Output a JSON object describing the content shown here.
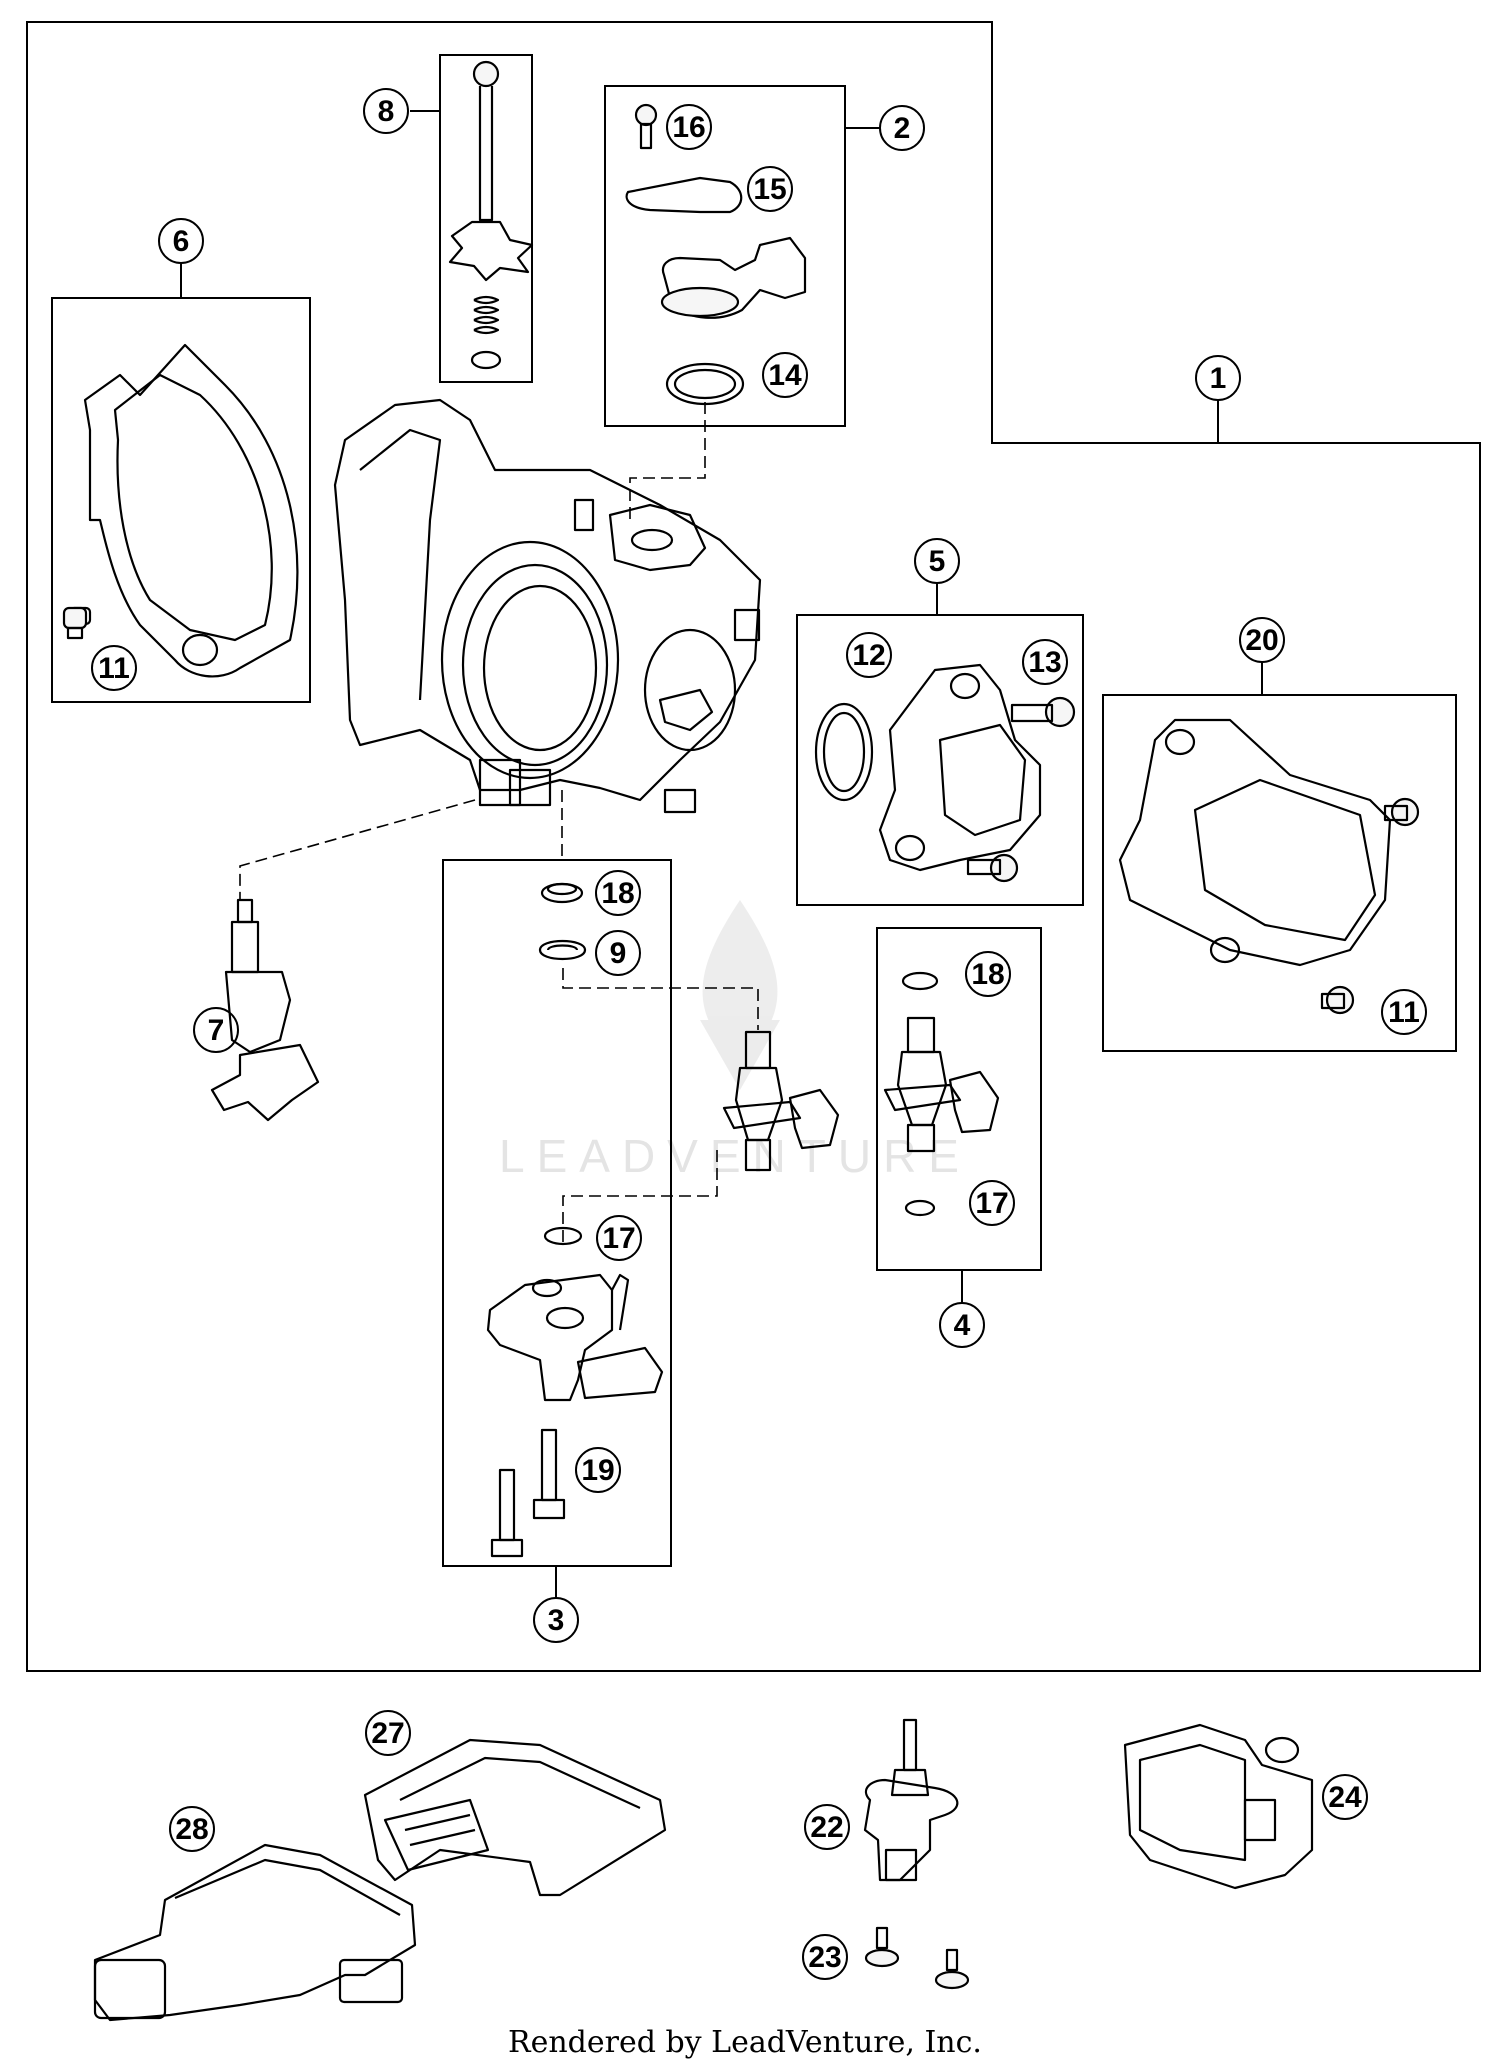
{
  "watermark": "LEADVENTURE",
  "footer": "Rendered by LeadVenture, Inc.",
  "callouts": {
    "c1": "1",
    "c2": "2",
    "c3": "3",
    "c4": "4",
    "c5": "5",
    "c6": "6",
    "c7": "7",
    "c8": "8",
    "c9": "9",
    "c11a": "11",
    "c11b": "11",
    "c12": "12",
    "c13": "13",
    "c14": "14",
    "c15": "15",
    "c16": "16",
    "c17a": "17",
    "c17b": "17",
    "c18a": "18",
    "c18b": "18",
    "c19": "19",
    "c20": "20",
    "c22": "22",
    "c23": "23",
    "c24": "24",
    "c27": "27",
    "c28": "28"
  }
}
